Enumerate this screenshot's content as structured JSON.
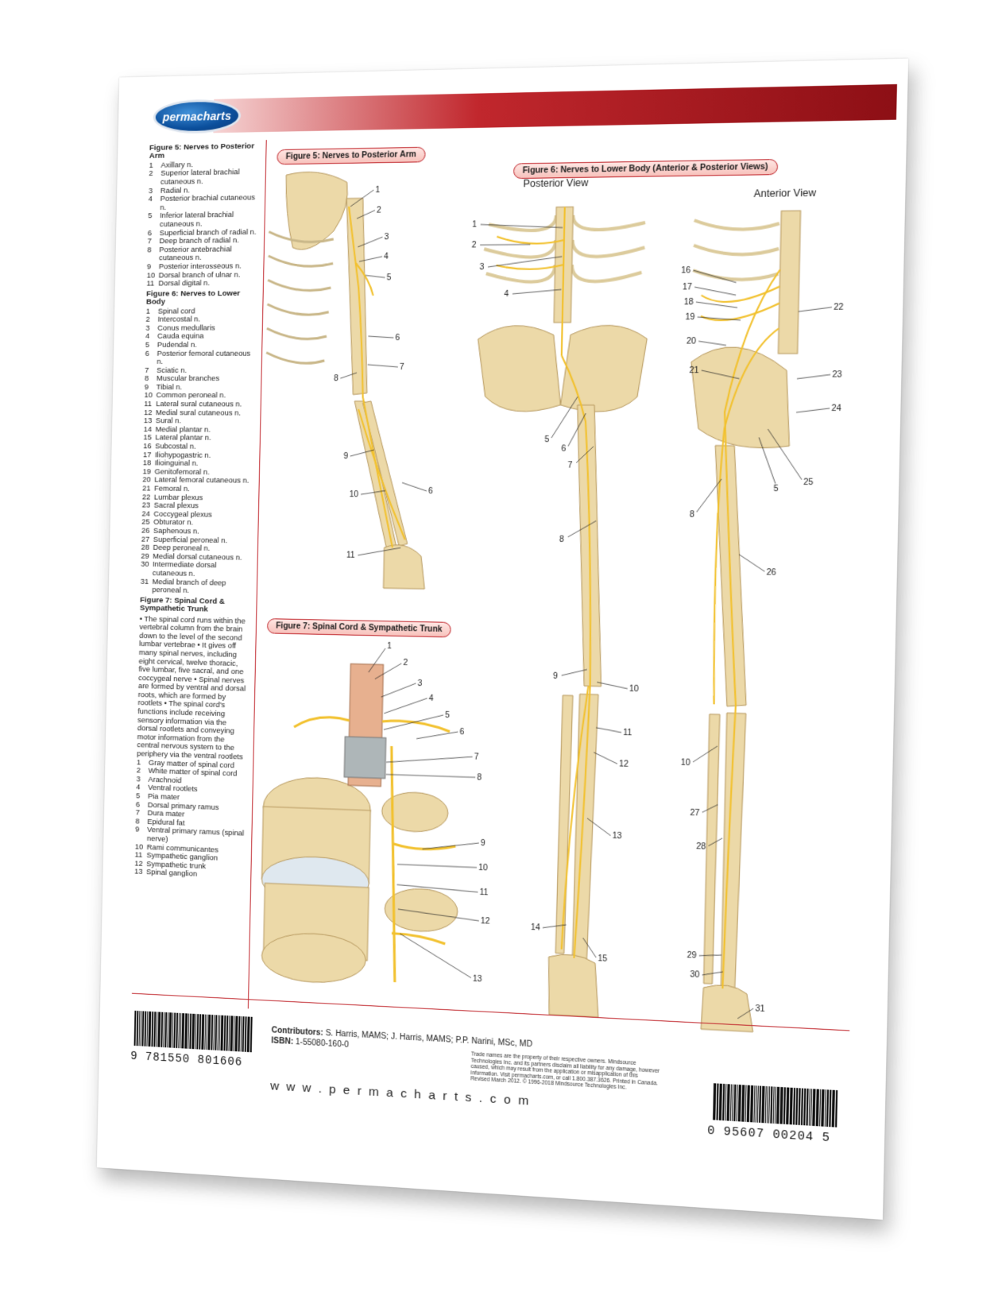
{
  "brand": {
    "logo_text": "permacharts",
    "website": "w w w . p e r m a c h a r t s . c o m"
  },
  "figures": {
    "fig5_label": "Figure 5: Nerves to Posterior Arm",
    "fig6_label": "Figure 6: Nerves to Lower Body (Anterior & Posterior Views)",
    "fig7_label": "Figure 7: Spinal Cord & Sympathetic Trunk",
    "posterior_view": "Posterior View",
    "anterior_view": "Anterior View"
  },
  "legend": {
    "fig5_title": "Figure 5: Nerves to Posterior Arm",
    "fig5_items": [
      {
        "n": "1",
        "t": "Axillary n."
      },
      {
        "n": "2",
        "t": "Superior lateral brachial cutaneous n."
      },
      {
        "n": "3",
        "t": "Radial n."
      },
      {
        "n": "4",
        "t": "Posterior brachial cutaneous n."
      },
      {
        "n": "5",
        "t": "Inferior lateral brachial cutaneous n."
      },
      {
        "n": "6",
        "t": "Superficial branch of radial n."
      },
      {
        "n": "7",
        "t": "Deep branch of radial n."
      },
      {
        "n": "8",
        "t": "Posterior antebrachial cutaneous n."
      },
      {
        "n": "9",
        "t": "Posterior interosseous n."
      },
      {
        "n": "10",
        "t": "Dorsal branch of ulnar n."
      },
      {
        "n": "11",
        "t": "Dorsal digital n."
      }
    ],
    "fig6_title": "Figure 6: Nerves to Lower Body",
    "fig6_items": [
      {
        "n": "1",
        "t": "Spinal cord"
      },
      {
        "n": "2",
        "t": "Intercostal n."
      },
      {
        "n": "3",
        "t": "Conus medullaris"
      },
      {
        "n": "4",
        "t": "Cauda equina"
      },
      {
        "n": "5",
        "t": "Pudendal n."
      },
      {
        "n": "6",
        "t": "Posterior femoral cutaneous n."
      },
      {
        "n": "7",
        "t": "Sciatic n."
      },
      {
        "n": "8",
        "t": "Muscular branches"
      },
      {
        "n": "9",
        "t": "Tibial n."
      },
      {
        "n": "10",
        "t": "Common peroneal n."
      },
      {
        "n": "11",
        "t": "Lateral sural cutaneous n."
      },
      {
        "n": "12",
        "t": "Medial sural cutaneous n."
      },
      {
        "n": "13",
        "t": "Sural n."
      },
      {
        "n": "14",
        "t": "Medial plantar n."
      },
      {
        "n": "15",
        "t": "Lateral plantar n."
      },
      {
        "n": "16",
        "t": "Subcostal n."
      },
      {
        "n": "17",
        "t": "Iliohypogastric n."
      },
      {
        "n": "18",
        "t": "Ilioinguinal n."
      },
      {
        "n": "19",
        "t": "Genitofemoral n."
      },
      {
        "n": "20",
        "t": "Lateral femoral cutaneous n."
      },
      {
        "n": "21",
        "t": "Femoral n."
      },
      {
        "n": "22",
        "t": "Lumbar plexus"
      },
      {
        "n": "23",
        "t": "Sacral plexus"
      },
      {
        "n": "24",
        "t": "Coccygeal plexus"
      },
      {
        "n": "25",
        "t": "Obturator n."
      },
      {
        "n": "26",
        "t": "Saphenous n."
      },
      {
        "n": "27",
        "t": "Superficial peroneal n."
      },
      {
        "n": "28",
        "t": "Deep peroneal n."
      },
      {
        "n": "29",
        "t": "Medial dorsal cutaneous n."
      },
      {
        "n": "30",
        "t": "Intermediate dorsal cutaneous n."
      },
      {
        "n": "31",
        "t": "Medial branch of deep peroneal n."
      }
    ],
    "fig7_title": "Figure 7: Spinal Cord & Sympathetic Trunk",
    "fig7_paragraph": "• The spinal cord runs within the vertebral column from the brain down to the level of the second lumbar vertebrae • It gives off many spinal nerves, including eight cervical, twelve thoracic, five lumbar, five sacral, and one coccygeal nerve • Spinal nerves are formed by ventral and dorsal roots, which are formed by rootlets • The spinal cord's functions include receiving sensory information via the dorsal rootlets and conveying motor information from the central nervous system to the periphery via the ventral rootlets",
    "fig7_items": [
      {
        "n": "1",
        "t": "Gray matter of spinal cord"
      },
      {
        "n": "2",
        "t": "White matter of spinal cord"
      },
      {
        "n": "3",
        "t": "Arachnoid"
      },
      {
        "n": "4",
        "t": "Ventral rootlets"
      },
      {
        "n": "5",
        "t": "Pia mater"
      },
      {
        "n": "6",
        "t": "Dorsal primary ramus"
      },
      {
        "n": "7",
        "t": "Dura mater"
      },
      {
        "n": "8",
        "t": "Epidural fat"
      },
      {
        "n": "9",
        "t": "Ventral primary ramus (spinal nerve)"
      },
      {
        "n": "10",
        "t": "Rami communicantes"
      },
      {
        "n": "11",
        "t": "Sympathetic ganglion"
      },
      {
        "n": "12",
        "t": "Sympathetic trunk"
      },
      {
        "n": "13",
        "t": "Spinal ganglion"
      }
    ]
  },
  "footer": {
    "barcode_left": "9 781550 801606",
    "contributors_label": "Contributors:",
    "contributors": "S. Harris, MAMS; J. Harris, MAMS; P.P. Narini, MSc, MD",
    "isbn_label": "ISBN:",
    "isbn": "1-55080-160-0",
    "legal": "Trade names are the property of their respective owners. Mindsource Technologies Inc. and its partners disclaim all liability for any damage, however caused, which may result from the application or misapplication of this information. Visit permacharts.com, or call 1.800.387.3626. Printed in Canada. Revised March 2012. © 1996-2018 Mindsource Technologies Inc.",
    "barcode_right": "0 95607 00204 5"
  },
  "colors": {
    "accent": "#c1272d",
    "nerve": "#f2c12e",
    "bone": "#ecd9a8"
  }
}
